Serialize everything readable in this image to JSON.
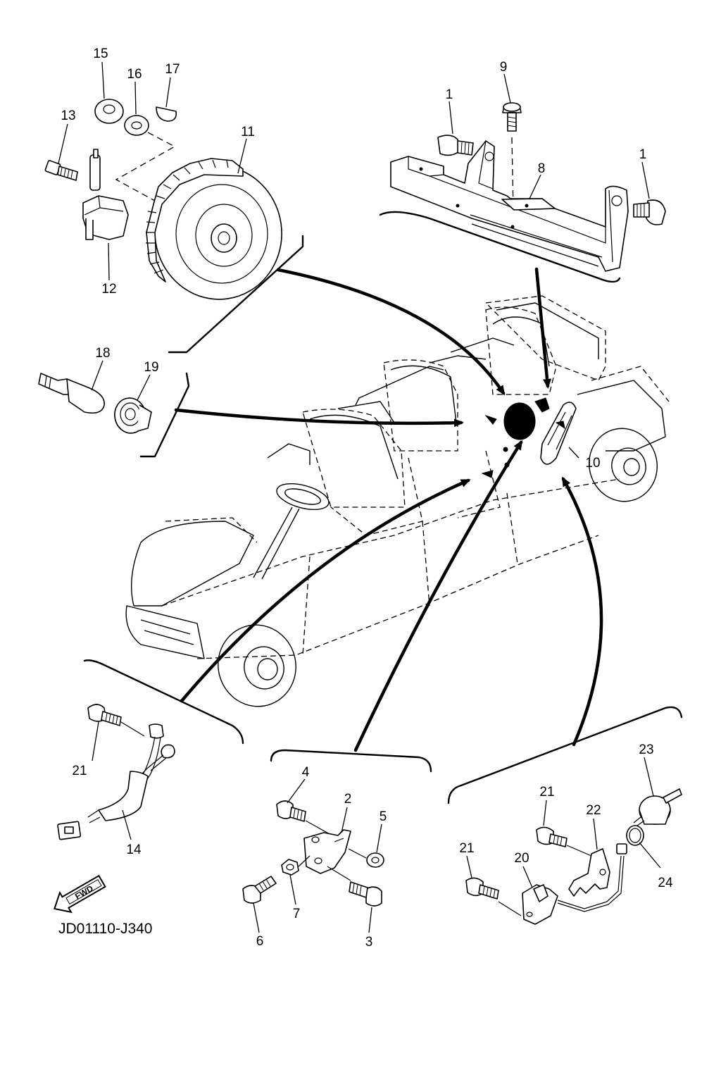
{
  "diagram": {
    "code": "JD01110-J340",
    "fwd_label": "FWD",
    "callouts": {
      "c1a": "1",
      "c1b": "1",
      "c2": "2",
      "c3": "3",
      "c4": "4",
      "c5": "5",
      "c6": "6",
      "c7": "7",
      "c8": "8",
      "c9": "9",
      "c10": "10",
      "c11": "11",
      "c12": "12",
      "c13": "13",
      "c14": "14",
      "c15": "15",
      "c16": "16",
      "c17": "17",
      "c18": "18",
      "c19": "19",
      "c20": "20",
      "c21a": "21",
      "c21b": "21",
      "c21c": "21",
      "c22": "22",
      "c23": "23",
      "c24": "24"
    }
  }
}
